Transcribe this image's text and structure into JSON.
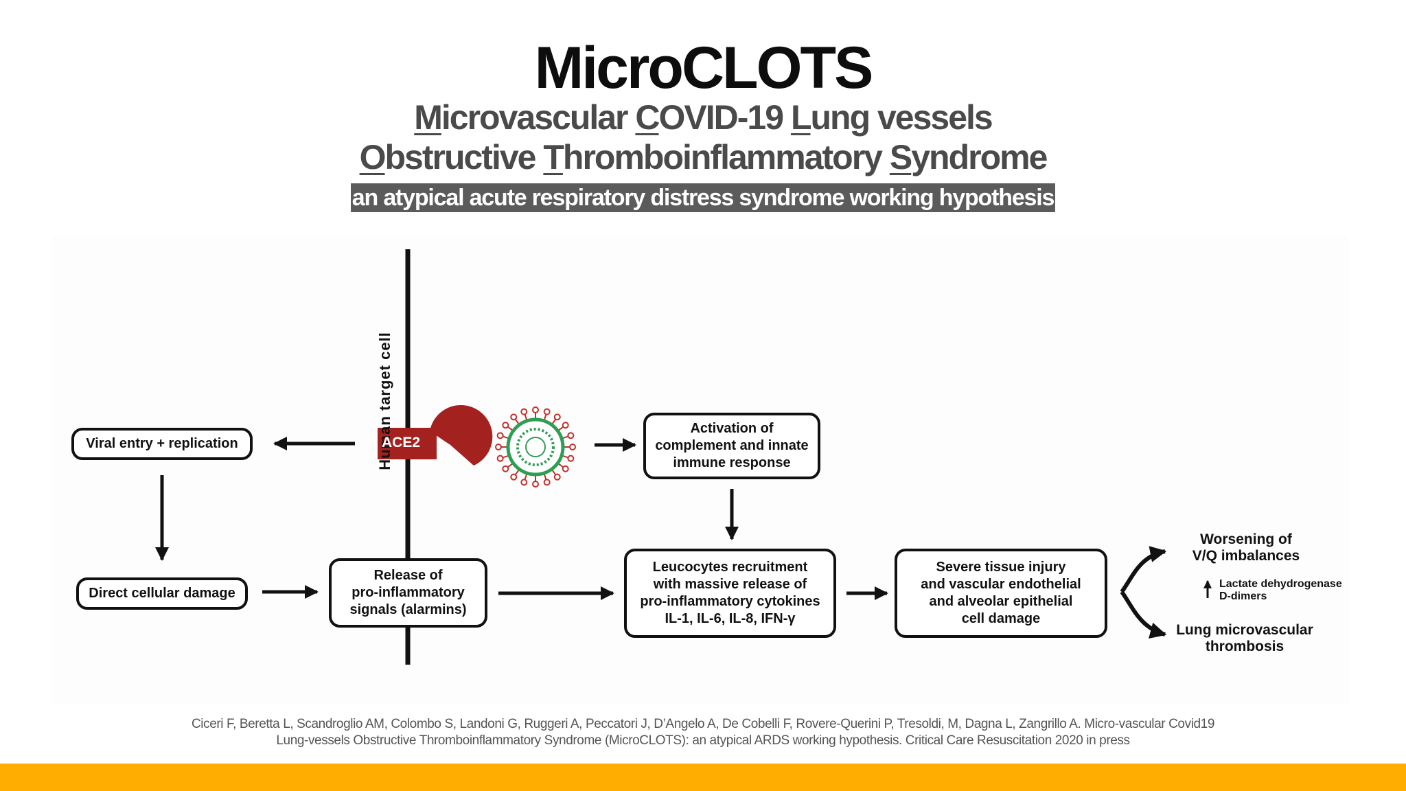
{
  "title": "MicroCLOTS",
  "subtitle": {
    "line1": [
      {
        "u": "M",
        "t": "icrovascular "
      },
      {
        "u": "C",
        "t": "OVID-19 "
      },
      {
        "u": "L",
        "t": "ung vessels"
      }
    ],
    "line2": [
      {
        "u": "O",
        "t": "bstructive "
      },
      {
        "u": "T",
        "t": "hromboinflammatory "
      },
      {
        "u": "S",
        "t": "yndrome"
      }
    ],
    "highlight": "an atypical acute respiratory distress syndrome working hypothesis"
  },
  "diagram": {
    "cell_label": "Human target cell",
    "receptor_label": "ACE2",
    "boxes": {
      "viral_entry": "Viral entry + replication",
      "direct_damage": "Direct cellular damage",
      "release": [
        "Release of",
        "pro-inflammatory",
        "signals (alarmins)"
      ],
      "activation": [
        "Activation of",
        "complement and innate",
        "immune response"
      ],
      "leucocytes": [
        "Leucocytes recruitment",
        "with massive release of",
        "pro-inflammatory cytokines",
        "IL-1, IL-6, IL-8, IFN-γ"
      ],
      "severe": [
        "Severe tissue injury",
        "and vascular endothelial",
        "and alveolar epithelial",
        "cell damage"
      ]
    },
    "outcomes": {
      "worsening": [
        "Worsening of",
        "V/Q imbalances"
      ],
      "markers": [
        "Lactate dehydrogenase",
        "D-dimers"
      ],
      "thrombosis": [
        "Lung microvascular",
        "thrombosis"
      ]
    },
    "colors": {
      "receptor": "#a3211f",
      "virus_ring": "#2e9e55",
      "virus_spikes": "#c0302b",
      "line": "#111111"
    }
  },
  "citation": [
    "Ciceri F, Beretta L, Scandroglio AM, Colombo S, Landoni G, Ruggeri A, Peccatori J, D’Angelo A, De Cobelli F, Rovere-Querini P, Tresoldi, M, Dagna L, Zangrillo A.  Micro-vascular Covid19",
    "Lung-vessels Obstructive Thromboinflammatory Syndrome (MicroCLOTS): an atypical ARDS working hypothesis. Critical Care Resuscitation 2020 in press"
  ],
  "footer_color": "#ffae00"
}
